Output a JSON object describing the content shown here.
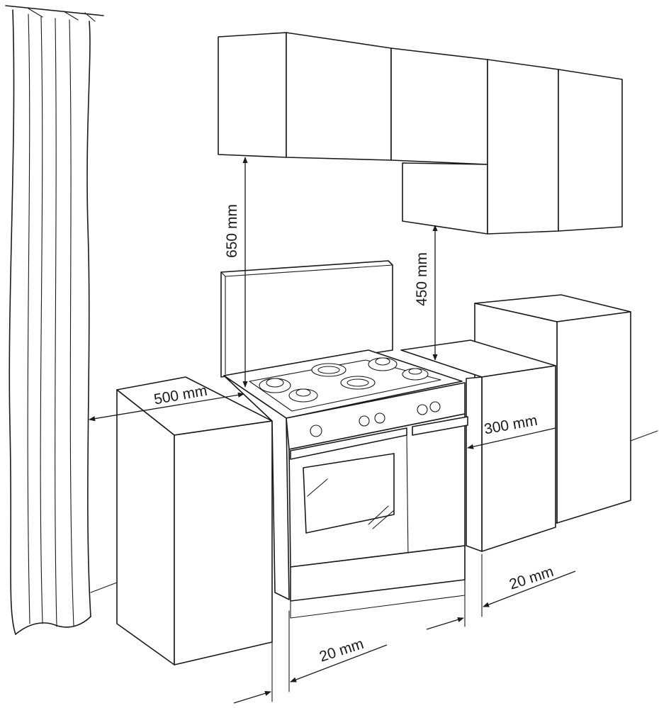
{
  "dimensions": {
    "wall_cabinet_to_hob": "650 mm",
    "tall_cabinet_to_worktop": "450 mm",
    "side_wall_clearance": "500 mm",
    "right_side_clearance": "300 mm",
    "gap_left": "20 mm",
    "gap_right": "20 mm"
  }
}
